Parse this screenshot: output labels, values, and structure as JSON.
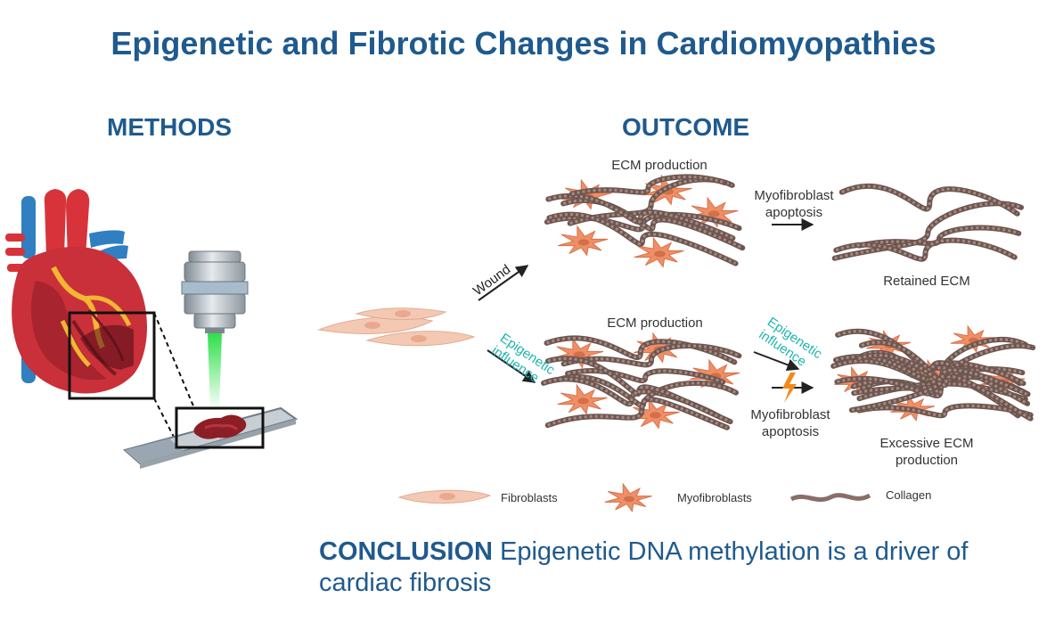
{
  "title": "Epigenetic and Fibrotic Changes in Cardiomyopathies",
  "sections": {
    "methods": "METHODS",
    "outcome": "OUTCOME"
  },
  "labels": {
    "ecm_production_top": "ECM production",
    "myofibroblast_apoptosis_top": "Myofibroblast\napoptosis",
    "retained_ecm": "Retained ECM",
    "wound": "Wound",
    "epigenetic_influence_left": "Epigenetic\ninfluence",
    "ecm_production_bottom": "ECM production",
    "epigenetic_influence_right": "Epigenetic\ninfluence",
    "myofibroblast_apoptosis_bottom": "Myofibroblast\napoptosis",
    "excessive_ecm": "Excessive ECM\nproduction"
  },
  "legend": {
    "fibroblasts": "Fibroblasts",
    "myofibroblasts": "Myofibroblasts",
    "collagen": "Collagen"
  },
  "conclusion": {
    "label": "CONCLUSION",
    "text": " Epigenetic DNA methylation is a driver of cardiac fibrosis"
  },
  "colors": {
    "title_blue": "#1f5a8e",
    "teal_text": "#1fb5b0",
    "fibroblast": "#f3c9b4",
    "myofibroblast": "#ef8f66",
    "collagen": "#8a6e66",
    "lightning": "#f08a18"
  }
}
